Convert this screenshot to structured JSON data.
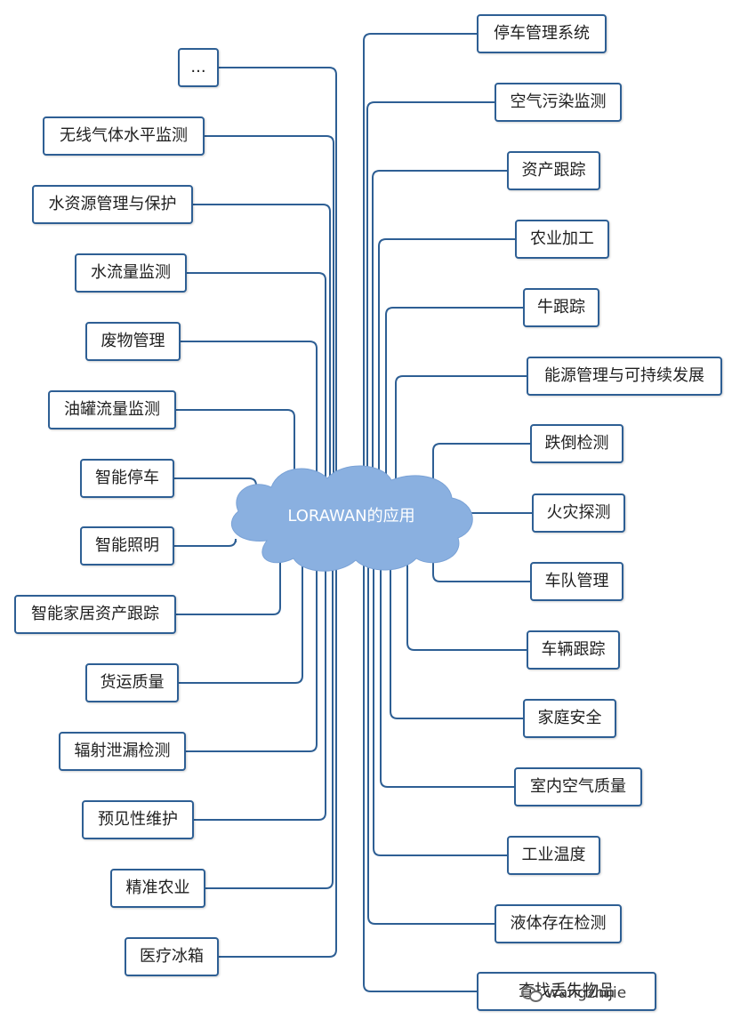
{
  "center": {
    "label": "LORAWAN的应用"
  },
  "left_nodes": [
    "...",
    "无线气体水平监测",
    "水资源管理与保护",
    "水流量监测",
    "废物管理",
    "油罐流量监测",
    "智能停车",
    "智能照明",
    "智能家居资产跟踪",
    "货运质量",
    "辐射泄漏检测",
    "预见性维护",
    "精准农业",
    "医疗冰箱"
  ],
  "right_nodes": [
    "停车管理系统",
    "空气污染监测",
    "资产跟踪",
    "农业加工",
    "牛跟踪",
    "能源管理与可持续发展",
    "跌倒检测",
    "火灾探测",
    "车队管理",
    "车辆跟踪",
    "家庭安全",
    "室内空气质量",
    "工业温度",
    "液体存在检测",
    "查找丢失物品"
  ],
  "watermark": {
    "text": "wangzhijie"
  },
  "colors": {
    "line": "#2e5f94",
    "cloud": "#8ab0e0",
    "border": "#2e5f94"
  }
}
